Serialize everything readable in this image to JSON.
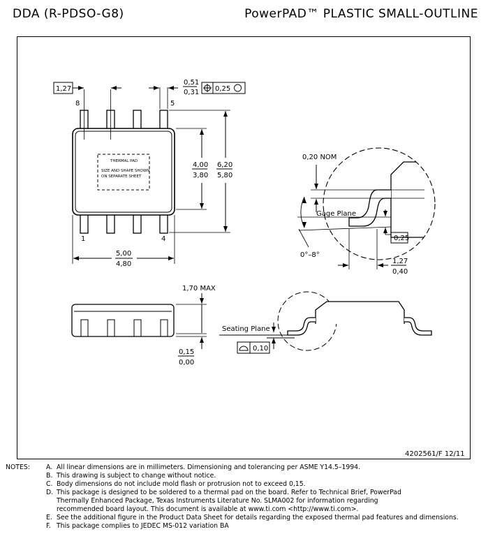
{
  "header": {
    "package_code": "DDA (R-PDSO-G8)",
    "package_title": "PowerPAD™ PLASTIC SMALL-OUTLINE"
  },
  "top_view": {
    "pitch": "1,27",
    "lead_width_max": "0,51",
    "lead_width_min": "0,31",
    "position_tol": "0,25",
    "pin_8": "8",
    "pin_5": "5",
    "pin_1": "1",
    "pin_4": "4",
    "body_width_max": "4,00",
    "body_width_min": "3,80",
    "overall_width_max": "6,20",
    "overall_width_min": "5,80",
    "length_max": "5,00",
    "length_min": "4,80",
    "thermal_pad": "THERMAL PAD",
    "pad_note_1": "SIZE AND SHAPE SHOWN",
    "pad_note_2": "ON SEPARATE SHEET"
  },
  "detail_view": {
    "nom": "0,20 NOM",
    "gage_plane": "Gage Plane",
    "gage_dim": "0,25",
    "angle": "0°–8°",
    "foot_max": "1,27",
    "foot_min": "0,40"
  },
  "side_view": {
    "height_max": "1,70 MAX",
    "standoff_max": "0,15",
    "standoff_min": "0,00",
    "seating_plane": "Seating Plane",
    "coplanarity": "0,10"
  },
  "drawing_number": "4202561/F 12/11",
  "notes": {
    "label": "NOTES:",
    "items": [
      {
        "k": "A.",
        "t": "All linear dimensions are in millimeters. Dimensioning and tolerancing per ASME Y14.5–1994."
      },
      {
        "k": "B.",
        "t": "This drawing is subject to change without notice."
      },
      {
        "k": "C.",
        "t": "Body dimensions do not include mold flash or protrusion not to exceed 0,15."
      },
      {
        "k": "D.",
        "t": "This package is designed to be soldered to a thermal pad on the board. Refer to Technical Brief, PowerPad"
      },
      {
        "k": "",
        "t": "Thermally Enhanced Package, Texas Instruments Literature No. SLMA002 for information regarding"
      },
      {
        "k": "",
        "t": "recommended board layout. This document is available at www.ti.com <http://www.ti.com>."
      },
      {
        "k": "E.",
        "t": "See the additional figure in the Product Data Sheet for details regarding the exposed thermal pad features and dimensions."
      },
      {
        "k": "F.",
        "t": "This package complies to JEDEC MS-012 variation BA"
      }
    ]
  }
}
